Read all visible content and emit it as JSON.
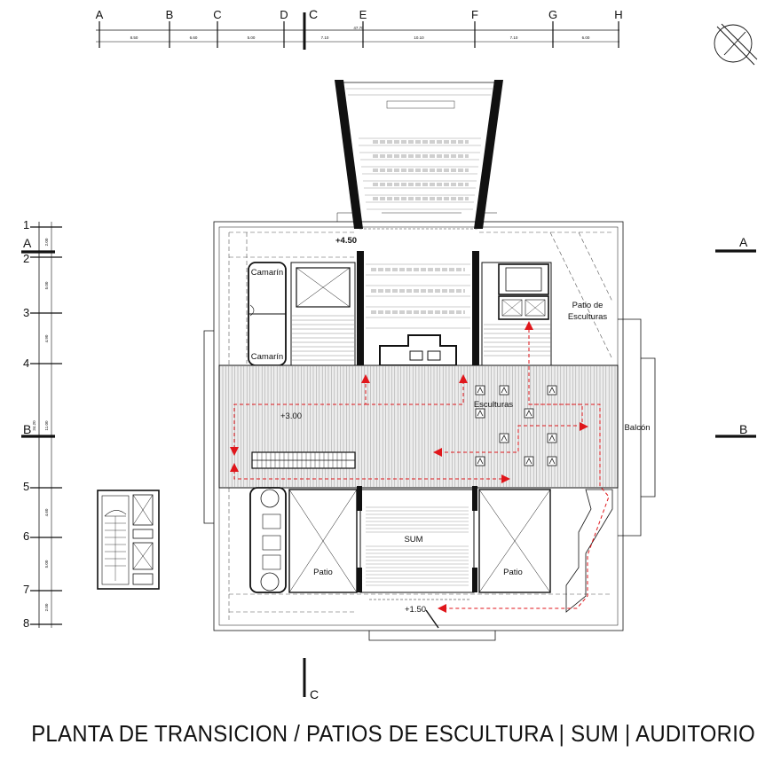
{
  "title": "PLANTA DE TRANSICION / PATIOS DE ESCULTURA  |  SUM  |  AUDITORIO",
  "grid": {
    "columns": [
      "A",
      "B",
      "C",
      "D",
      "C",
      "E",
      "F",
      "G",
      "H"
    ],
    "column_dims": [
      "8.50",
      "6.60",
      "5.00",
      "7.10",
      "10.10",
      "7.10",
      "6.00"
    ],
    "total_width": "47.70",
    "rows": [
      "1",
      "2",
      "3",
      "4",
      "B",
      "5",
      "6",
      "7",
      "8"
    ],
    "row_dims": [
      "2.00",
      "5.00",
      "4.90",
      "11.00",
      "4.60",
      "5.00",
      "2.00"
    ],
    "total_height": "34.20"
  },
  "section_marks": {
    "a": "A",
    "b": "B",
    "c": "C"
  },
  "levels": {
    "top": "+4.50",
    "hall": "+3.00",
    "lower": "+1.50"
  },
  "rooms": {
    "camarin": "Camarín",
    "sum": "SUM",
    "patio": "Patio",
    "patio_esculturas_1": "Patio de",
    "patio_esculturas_2": "Esculturas",
    "esculturas": "Esculturas",
    "balcon": "Balcón"
  },
  "icons": [
    "north-arrow-icon",
    "sculpture-icon"
  ],
  "colors": {
    "circulation": "#e0161b",
    "line": "#111111",
    "hatch": "#8a8a8a"
  }
}
